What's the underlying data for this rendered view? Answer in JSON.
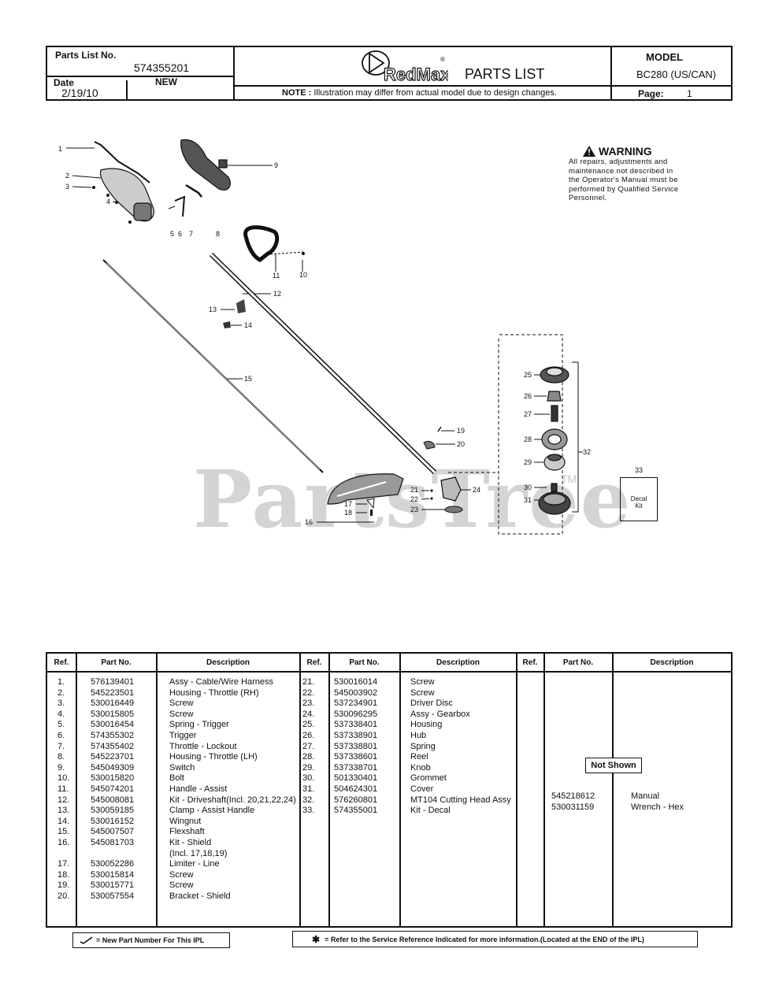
{
  "header": {
    "parts_list_no_label": "Parts List No.",
    "parts_list_no": "574355201",
    "date_label": "Date",
    "date": "2/19/10",
    "status": "NEW",
    "brand": "RedMax",
    "brand_mark": "®",
    "title": "PARTS LIST",
    "note_bold": "NOTE :",
    "note": " Illustration may differ from actual model due to design changes.",
    "model_label": "MODEL",
    "model": "BC280  (US/CAN)",
    "page_label": "Page:",
    "page": "1"
  },
  "warning": {
    "title": "WARNING",
    "lines": [
      "All repairs, adjustments and",
      "maintenance not described in",
      "the Operator's Manual must be",
      "performed by Qualified Service",
      "Personnel."
    ]
  },
  "watermark": "PartsTree",
  "watermark_tm": "TM",
  "decal_box": {
    "ref": "33",
    "line1": "Decal",
    "line2": "Kit"
  },
  "callouts": [
    "1",
    "2",
    "3",
    "4",
    "5",
    "6",
    "7",
    "8",
    "9",
    "10",
    "11",
    "12",
    "13",
    "14",
    "15",
    "16",
    "17",
    "18",
    "19",
    "20",
    "21",
    "22",
    "23",
    "24",
    "25",
    "26",
    "27",
    "28",
    "29",
    "30",
    "31",
    "32"
  ],
  "table": {
    "headers": [
      "Ref.",
      "Part No.",
      "Description",
      "Ref.",
      "Part No.",
      "Description",
      "Ref.",
      "Part No.",
      "Description"
    ],
    "col1": [
      {
        "ref": "1.",
        "part": "576139401",
        "desc": "Assy - Cable/Wire Harness"
      },
      {
        "ref": "2.",
        "part": "545223501",
        "desc": "Housing - Throttle (RH)"
      },
      {
        "ref": "3.",
        "part": "530016449",
        "desc": "Screw"
      },
      {
        "ref": "4.",
        "part": "530015805",
        "desc": "Screw"
      },
      {
        "ref": "5.",
        "part": "530016454",
        "desc": "Spring - Trigger"
      },
      {
        "ref": "6.",
        "part": "574355302",
        "desc": "Trigger"
      },
      {
        "ref": "7.",
        "part": "574355402",
        "desc": "Throttle - Lockout"
      },
      {
        "ref": "8.",
        "part": "545223701",
        "desc": "Housing - Throttle (LH)"
      },
      {
        "ref": "9.",
        "part": "545049309",
        "desc": "Switch"
      },
      {
        "ref": "10.",
        "part": "530015820",
        "desc": "Bolt"
      },
      {
        "ref": "11.",
        "part": "545074201",
        "desc": "Handle - Assist"
      },
      {
        "ref": "12.",
        "part": "545008081",
        "desc": "Kit - Driveshaft(Incl. 20,21,22,24)"
      },
      {
        "ref": "13.",
        "part": "530059185",
        "desc": "Clamp - Assist Handle"
      },
      {
        "ref": "14.",
        "part": "530016152",
        "desc": "Wingnut"
      },
      {
        "ref": "15.",
        "part": "545007507",
        "desc": "Flexshaft"
      },
      {
        "ref": "16.",
        "part": "545081703",
        "desc": "Kit - Shield"
      },
      {
        "ref": "",
        "part": "",
        "desc": "(Incl. 17,18,19)"
      },
      {
        "ref": "17.",
        "part": "530052286",
        "desc": "Limiter - Line"
      },
      {
        "ref": "18.",
        "part": "530015814",
        "desc": "Screw"
      },
      {
        "ref": "19.",
        "part": "530015771",
        "desc": "Screw"
      },
      {
        "ref": "20.",
        "part": "530057554",
        "desc": "Bracket - Shield"
      }
    ],
    "col2": [
      {
        "ref": "21.",
        "part": "530016014",
        "desc": "Screw"
      },
      {
        "ref": "22.",
        "part": "545003902",
        "desc": "Screw"
      },
      {
        "ref": "23.",
        "part": "537234901",
        "desc": "Driver Disc"
      },
      {
        "ref": "24.",
        "part": "530096295",
        "desc": "Assy - Gearbox"
      },
      {
        "ref": "25.",
        "part": "537338401",
        "desc": "Housing"
      },
      {
        "ref": "26.",
        "part": "537338901",
        "desc": "Hub"
      },
      {
        "ref": "27.",
        "part": "537338801",
        "desc": "Spring"
      },
      {
        "ref": "28.",
        "part": "537338601",
        "desc": "Reel"
      },
      {
        "ref": "29.",
        "part": "537338701",
        "desc": "Knob"
      },
      {
        "ref": "30.",
        "part": "501330401",
        "desc": "Grommet"
      },
      {
        "ref": "31.",
        "part": "504624301",
        "desc": "Cover"
      },
      {
        "ref": "32.",
        "part": "576260801",
        "desc": "MT104 Cutting Head Assy"
      },
      {
        "ref": "33.",
        "part": "574355001",
        "desc": "Kit - Decal"
      }
    ],
    "not_shown_label": "Not Shown",
    "col3": [
      {
        "part": "545218612",
        "desc": "Manual"
      },
      {
        "part": "530031159",
        "desc": "Wrench - Hex"
      }
    ]
  },
  "legend": {
    "new_part": "= New Part Number For This IPL",
    "service_ref": "= Refer to the Service Reference Indicated for more information.(Located at the END of the IPL)"
  }
}
